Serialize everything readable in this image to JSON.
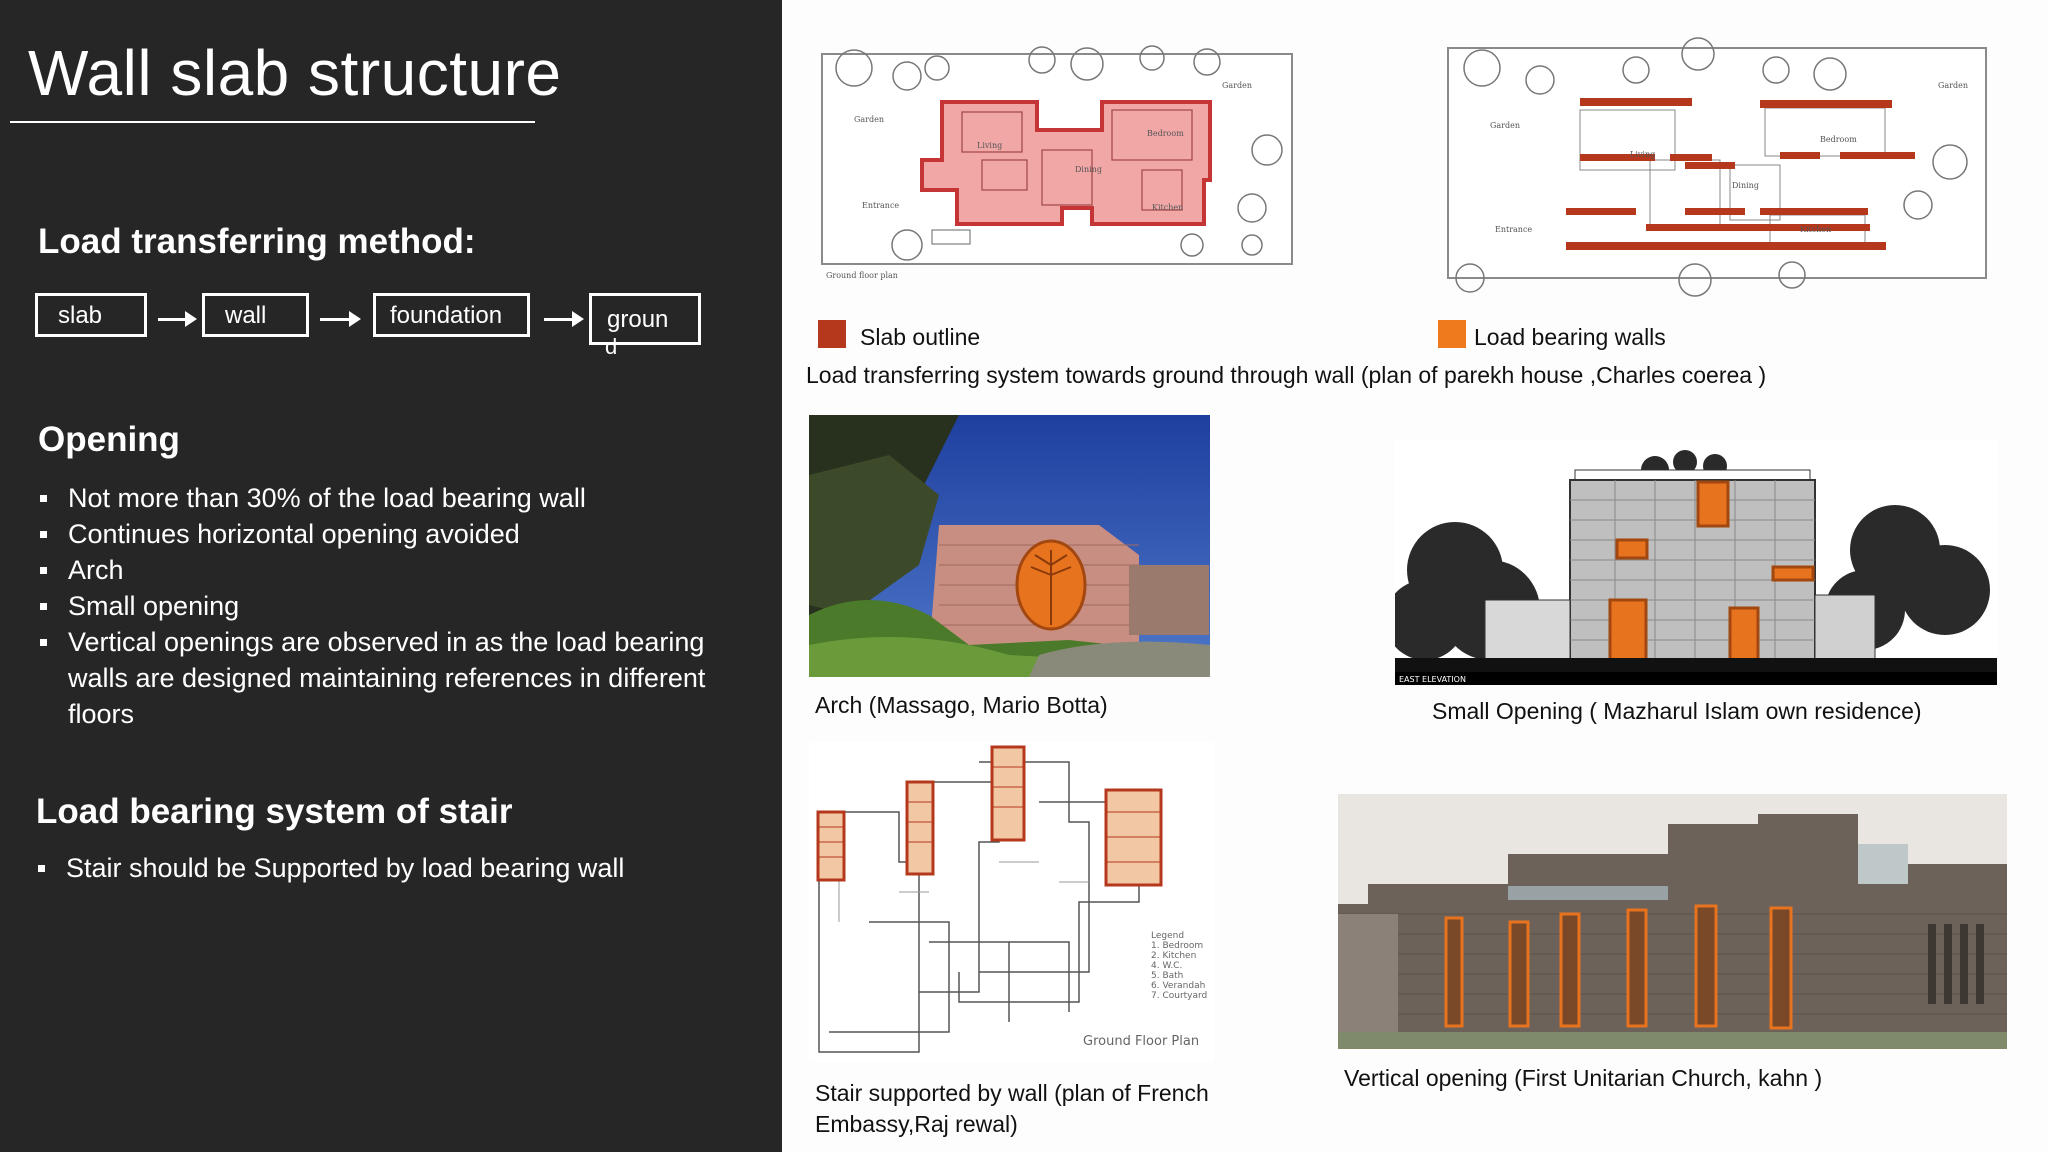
{
  "slide": {
    "title": "Wall slab structure",
    "load_heading": "Load transferring method:",
    "flow": [
      "slab",
      "wall",
      "foundation",
      "groun",
      "d"
    ],
    "opening_heading": "Opening",
    "opening_items": [
      "Not more than 30% of the load bearing wall",
      "Continues horizontal opening avoided",
      "Arch",
      "Small opening",
      "Vertical openings are observed in as the load bearing walls are designed maintaining references in different floors"
    ],
    "stair_heading": "Load bearing system of stair",
    "stair_items": [
      "Stair  should be Supported by load bearing wall"
    ]
  },
  "figures": {
    "legend_slab": "Slab outline",
    "legend_walls": "Load bearing walls",
    "plan_caption": "Load transferring system towards ground through wall (plan of parekh house ,Charles coerea )",
    "arch_caption": "Arch (Massago, Mario Botta)",
    "small_caption": "Small Opening ( Mazharul Islam own residence)",
    "stair_caption_1": "Stair supported by wall (plan of French",
    "stair_caption_2": "Embassy,Raj rewal)",
    "vertical_caption": "Vertical  opening (First Unitarian Church, kahn )",
    "plan_labels": {
      "garden": "Garden",
      "living": "Living",
      "dining": "Dining",
      "kitchen": "Kitchen",
      "bedroom": "Bedroom",
      "entrance": "Entrance",
      "ground_floor": "Ground floor plan"
    },
    "east_elevation": "EAST ELEVATION",
    "stair_plan_title": "Ground Floor Plan",
    "stair_legend": [
      "Legend",
      "1. Bedroom",
      "2. Kitchen",
      "4. W.C.",
      "5. Bath",
      "6. Verandah",
      "7. Courtyard"
    ]
  },
  "colors": {
    "panel_bg": "#262626",
    "slab_red": "#b5381c",
    "wall_orange": "#ef7a1e",
    "highlight_fill": "#e8731f"
  }
}
